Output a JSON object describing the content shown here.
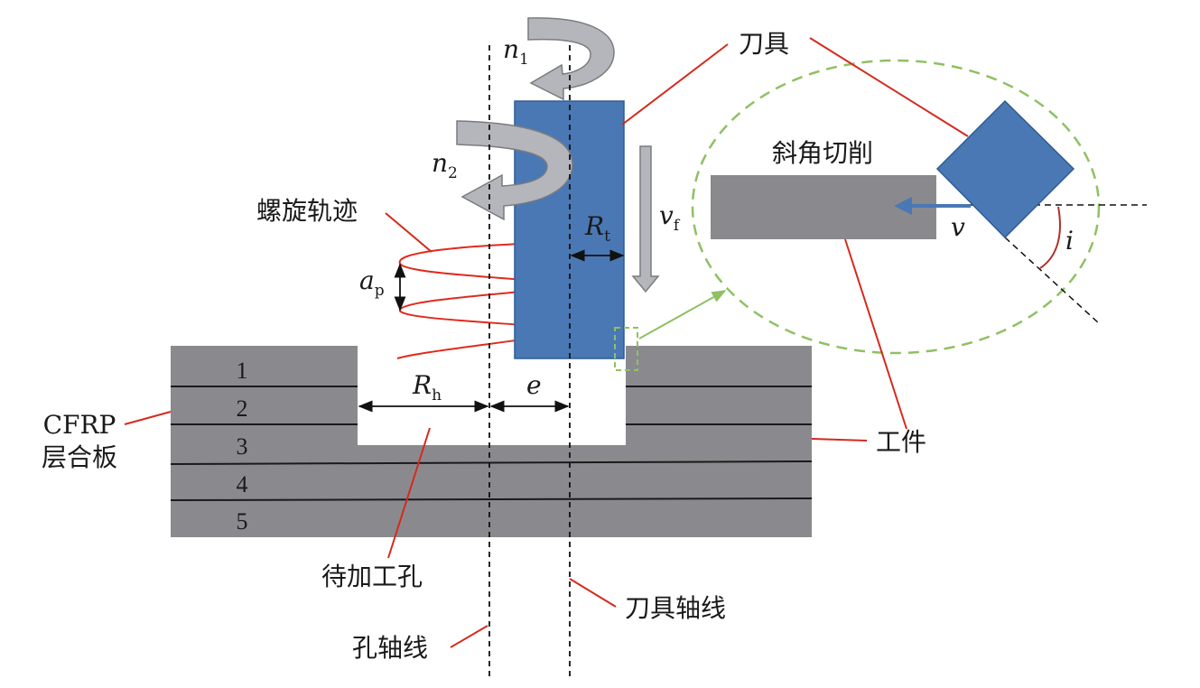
{
  "labels": {
    "tool": "刀具",
    "oblique_cutting": "斜角切削",
    "helix_path": "螺旋轨迹",
    "workpiece": "工件",
    "laminate_line1": "CFRP",
    "laminate_line2": "层合板",
    "hole_to_machine": "待加工孔",
    "tool_axis": "刀具轴线",
    "hole_axis": "孔轴线"
  },
  "symbols": {
    "n1": "n",
    "n1_sub": "1",
    "n2": "n",
    "n2_sub": "2",
    "vf": "v",
    "vf_sub": "f",
    "Rt": "R",
    "Rt_sub": "t",
    "ap": "a",
    "ap_sub": "p",
    "Rh": "R",
    "Rh_sub": "h",
    "e": "e",
    "v": "v",
    "i": "i"
  },
  "layers": [
    "1",
    "2",
    "3",
    "4",
    "5"
  ],
  "colors": {
    "tool": "#4a78b4",
    "tool_stroke": "#2f5b94",
    "workpiece": "#8a8a8e",
    "helix": "#e02a1e",
    "leader": "#d42a1e",
    "arc_i": "#b03028",
    "dashed_circle": "#8fc063",
    "velocity_arrow": "#4a78b4",
    "rotation_arrow": "#b4b6bb"
  }
}
